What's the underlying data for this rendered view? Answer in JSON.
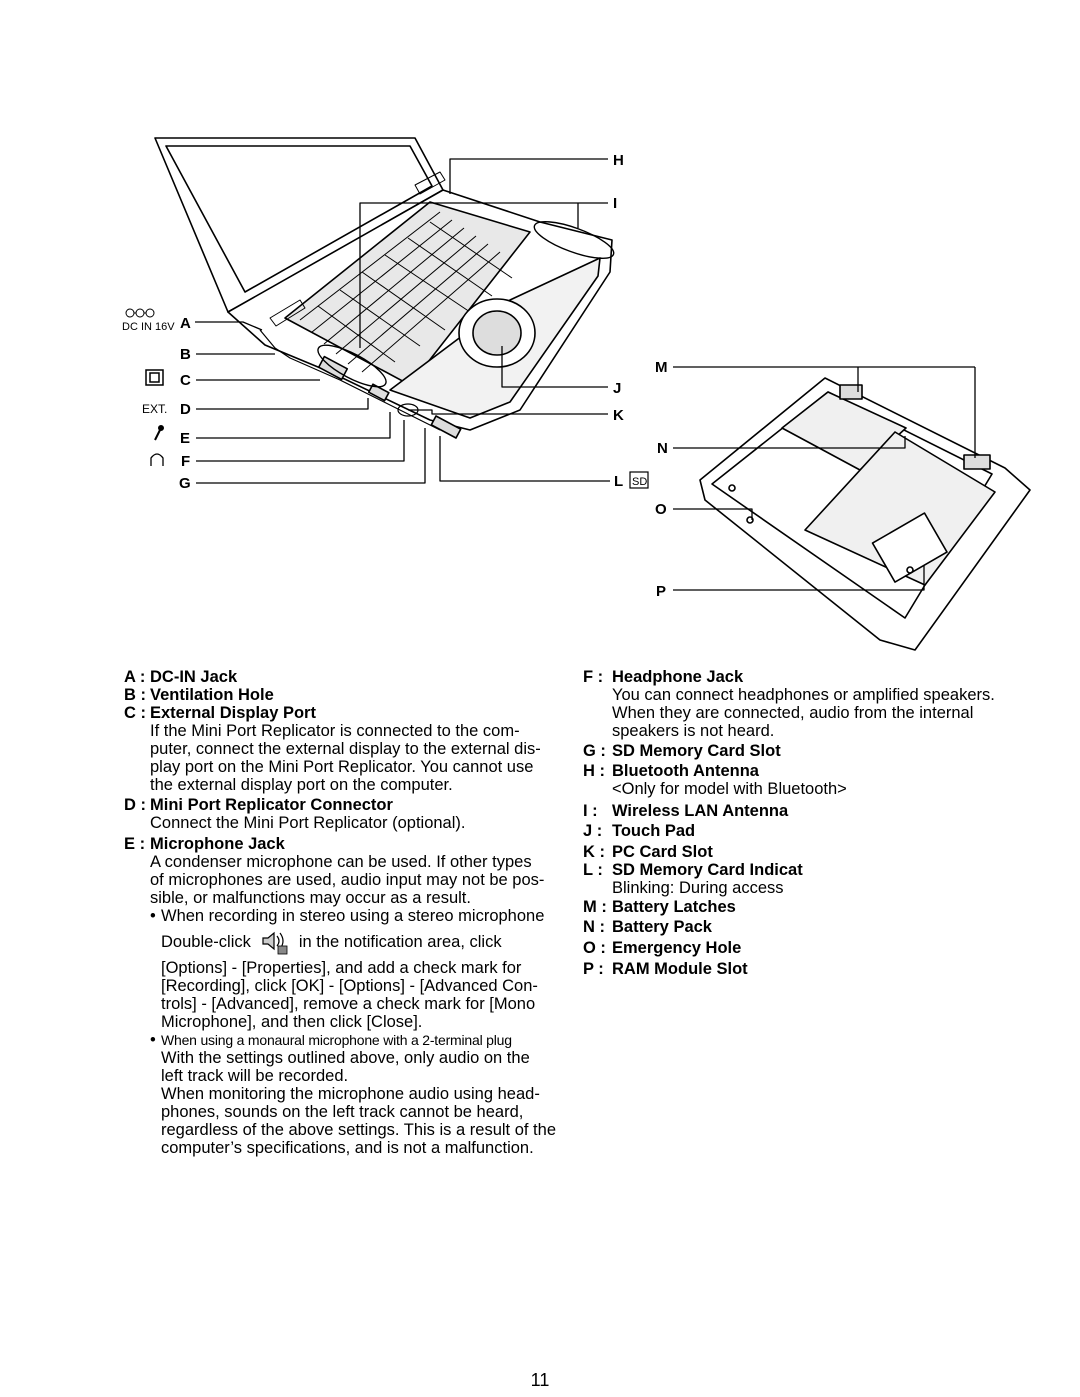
{
  "figure": {
    "dc_in_label": "DC IN 16V",
    "ext_label": "EXT.",
    "sd_logo": "SD",
    "callouts": {
      "A": "A",
      "B": "B",
      "C": "C",
      "D": "D",
      "E": "E",
      "F": "F",
      "G": "G",
      "H": "H",
      "I": "I",
      "J": "J",
      "K": "K",
      "L": "L",
      "M": "M",
      "N": "N",
      "O": "O",
      "P": "P"
    },
    "icons": [
      "dc-polarity-icon",
      "display-port-icon",
      "microphone-icon",
      "headphone-icon",
      "sd-logo-icon"
    ]
  },
  "left": {
    "A": {
      "letter": "A :",
      "title": "DC-IN Jack"
    },
    "B": {
      "letter": "B :",
      "title": "Ventilation Hole"
    },
    "C": {
      "letter": "C :",
      "title": "External Display Port",
      "lines": [
        "If the Mini Port Replicator is connected to the com-",
        "puter, connect the external display to the external dis-",
        "play port on the Mini Port Replicator. You cannot use",
        "the external display port on the computer."
      ]
    },
    "D": {
      "letter": "D :",
      "title": "Mini Port Replicator Connector",
      "lines": [
        "Connect the Mini Port Replicator (optional)."
      ]
    },
    "E": {
      "letter": "E :",
      "title": "Microphone Jack",
      "lines": [
        "A condenser microphone can be used. If other types",
        "of microphones are used, audio input may not be pos-",
        "sible, or malfunctions may occur as a result."
      ],
      "bullet1_line1": "When recording in stereo using a stereo microphone",
      "double_click": "Double-click",
      "double_click_after": "in the notification area, click",
      "bullet1_rest": [
        "[Options] - [Properties], and add a check mark for",
        "[Recording], click [OK] - [Options] - [Advanced Con-",
        "trols] - [Advanced], remove a check mark for [Mono",
        "Microphone], and then click [Close]."
      ],
      "bullet2_line1": "When using a monaural microphone with a 2-terminal plug",
      "bullet2_rest": [
        "With the settings outlined above, only audio on the",
        "left track will be recorded.",
        "When monitoring the microphone audio using head-",
        "phones, sounds on the left track cannot be heard,",
        "regardless of the above settings. This is a result of the",
        "computer’s specifications, and is not a malfunction."
      ]
    }
  },
  "right": {
    "F": {
      "letter": "F :",
      "title": "Headphone Jack",
      "lines": [
        "You can connect headphones or amplified speakers.",
        "When they are connected, audio from the internal",
        "speakers is not heard."
      ]
    },
    "G": {
      "letter": "G :",
      "title": "SD Memory Card Slot"
    },
    "H": {
      "letter": "H :",
      "title": "Bluetooth Antenna",
      "lines": [
        "<Only for model with Bluetooth>"
      ]
    },
    "I": {
      "letter": "I :",
      "title": "Wireless LAN Antenna"
    },
    "J": {
      "letter": "J :",
      "title": "Touch Pad"
    },
    "K": {
      "letter": "K :",
      "title": "PC Card Slot"
    },
    "L": {
      "letter": "L :",
      "title": "SD Memory Card Indicat",
      "lines": [
        "Blinking: During access"
      ]
    },
    "M": {
      "letter": "M :",
      "title": "Battery Latches"
    },
    "N": {
      "letter": "N :",
      "title": "Battery Pack"
    },
    "O": {
      "letter": "O :",
      "title": "Emergency Hole"
    },
    "P": {
      "letter": "P :",
      "title": "RAM Module Slot"
    }
  },
  "page_number": "11"
}
